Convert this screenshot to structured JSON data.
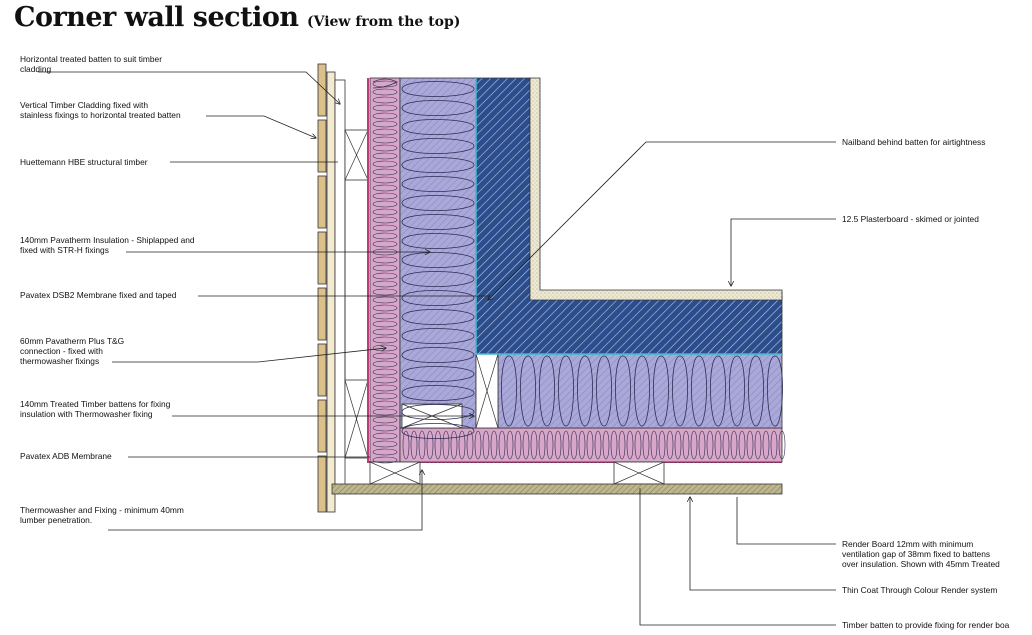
{
  "title": "Corner wall section",
  "subtitle": "(View from the top)",
  "labels_left": [
    {
      "id": "batten-horizontal",
      "lines": [
        "Horizontal treated batten to suit timber",
        "cladding"
      ]
    },
    {
      "id": "cladding-vertical",
      "lines": [
        "Vertical Timber Cladding fixed with",
        "stainless fixings to horizontal treated batten"
      ]
    },
    {
      "id": "hbe-timber",
      "lines": [
        "Huettemann HBE structural timber"
      ]
    },
    {
      "id": "pavatherm-140",
      "lines": [
        "140mm Pavatherm Insulation - Shiplapped and",
        "fixed with STR-H fixings"
      ]
    },
    {
      "id": "dsb2-membrane",
      "lines": [
        "Pavatex DSB2 Membrane fixed and taped"
      ]
    },
    {
      "id": "pavatherm-plus-60",
      "lines": [
        "60mm Pavatherm Plus T&G",
        "connection - fixed with",
        "thermowasher fixings"
      ]
    },
    {
      "id": "timber-battens-140",
      "lines": [
        "140mm Treated Timber battens for fixing",
        "insulation with Thermowasher fixing"
      ]
    },
    {
      "id": "adb-membrane",
      "lines": [
        "Pavatex ADB Membrane"
      ]
    },
    {
      "id": "thermowasher",
      "lines": [
        "Thermowasher and Fixing - minimum 40mm",
        "lumber penetration."
      ]
    }
  ],
  "labels_right": [
    {
      "id": "nailband",
      "lines": [
        "Nailband behind batten for airtightness"
      ]
    },
    {
      "id": "plasterboard",
      "lines": [
        "12.5 Plasterboard - skimed or jointed"
      ]
    },
    {
      "id": "render-board",
      "lines": [
        "Render Board 12mm with minimum",
        "ventilation gap of 38mm fixed to battens",
        "over insulation. Shown with 45mm Treated"
      ]
    },
    {
      "id": "render-system",
      "lines": [
        "Thin Coat Through Colour Render system"
      ]
    },
    {
      "id": "render-batten",
      "lines": [
        "Timber batten to provide fixing for render boa"
      ]
    }
  ],
  "colors": {
    "timber": "#dcc08a",
    "insulation": "#a9a8d8",
    "membrane_pink": "#c0397f",
    "hbe_blue": "#2b4d8c",
    "airtight_cyan": "#3fb7cf",
    "plaster": "#ece8d3",
    "render": "#9c946b",
    "leader": "#222222"
  }
}
